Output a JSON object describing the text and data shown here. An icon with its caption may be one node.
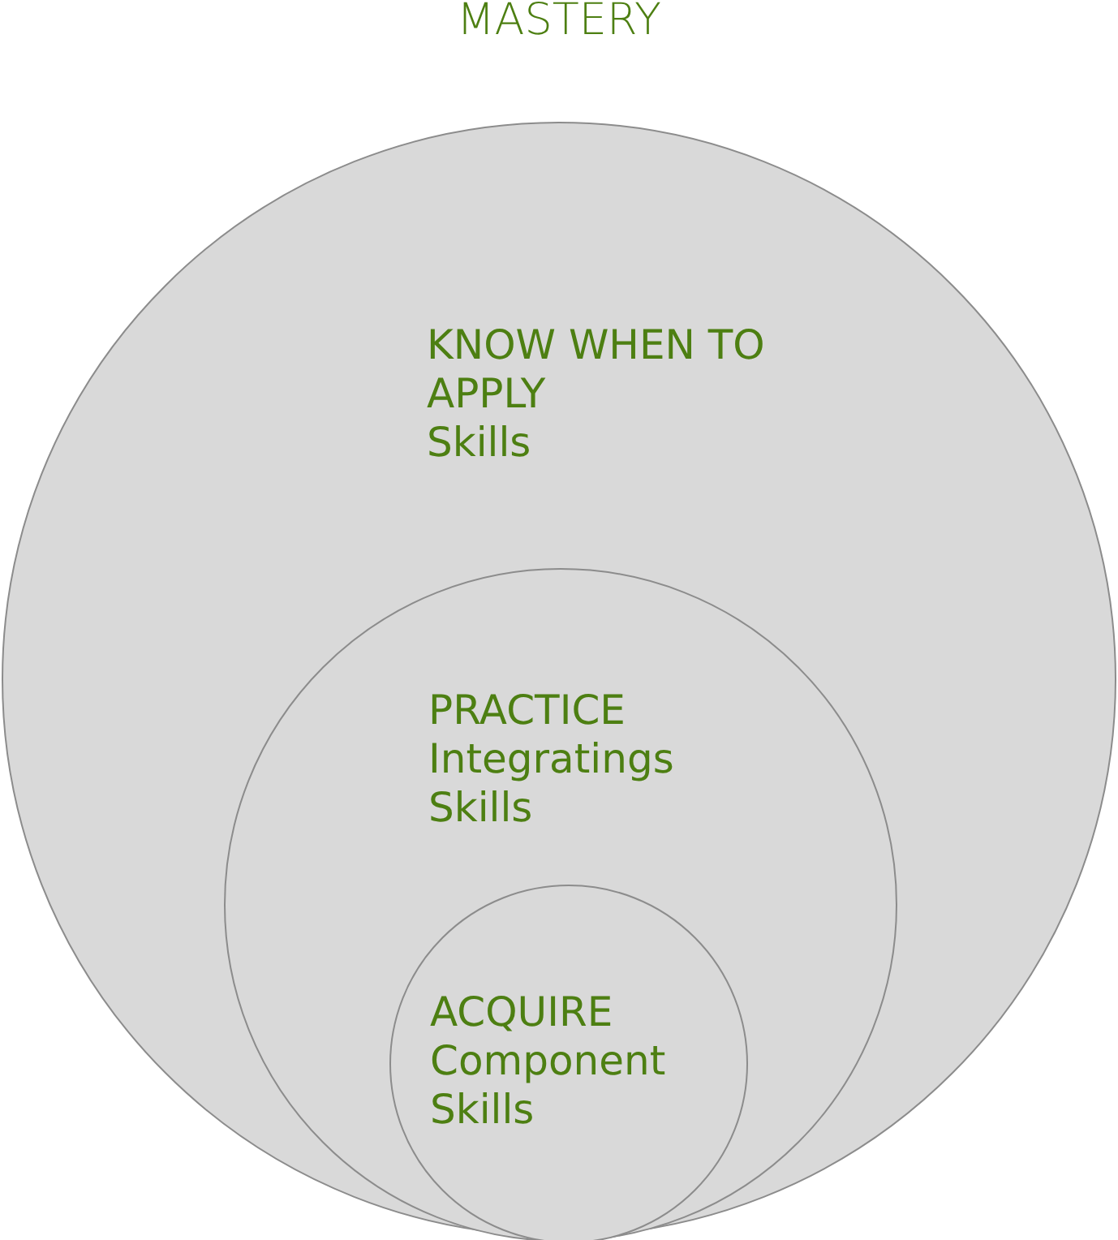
{
  "diagram": {
    "title": "MASTERY",
    "nodes": [
      {
        "text": [
          "KNOW WHEN TO APPLY",
          "Skills"
        ]
      },
      {
        "text": [
          "PRACTICE",
          "Integratings Skills"
        ],
        "in": 0
      },
      {
        "text": [
          "ACQUIRE",
          "Component Skills"
        ],
        "in": 1
      }
    ]
  }
}
